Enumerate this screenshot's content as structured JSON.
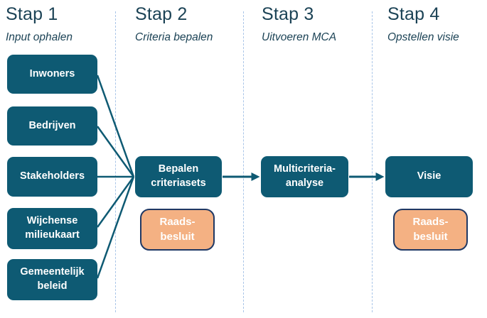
{
  "diagram": {
    "steps": [
      {
        "title": "Stap 1",
        "subtitle": "Input ophalen"
      },
      {
        "title": "Stap 2",
        "subtitle": "Criteria bepalen"
      },
      {
        "title": "Stap 3",
        "subtitle": "Uitvoeren MCA"
      },
      {
        "title": "Stap 4",
        "subtitle": "Opstellen visie"
      }
    ],
    "input_boxes": [
      {
        "label": "Inwoners"
      },
      {
        "label": "Bedrijven"
      },
      {
        "label": "Stakeholders"
      },
      {
        "label": "Wijchense\nmilieukaart"
      },
      {
        "label": "Gemeentelijk\nbeleid"
      }
    ],
    "process_boxes": [
      {
        "label": "Bepalen\ncriteriasets"
      },
      {
        "label": "Multicriteria-\nanalyse"
      },
      {
        "label": "Visie"
      }
    ],
    "decision_boxes": [
      {
        "label": "Raads-\nbesluit"
      },
      {
        "label": "Raads-\nbesluit"
      }
    ],
    "colors": {
      "teal": "#0E5A73",
      "heading": "#1C4356",
      "orange": "#F4B183",
      "navy_border": "#1F3864",
      "separator": "#A9C5E8"
    }
  }
}
